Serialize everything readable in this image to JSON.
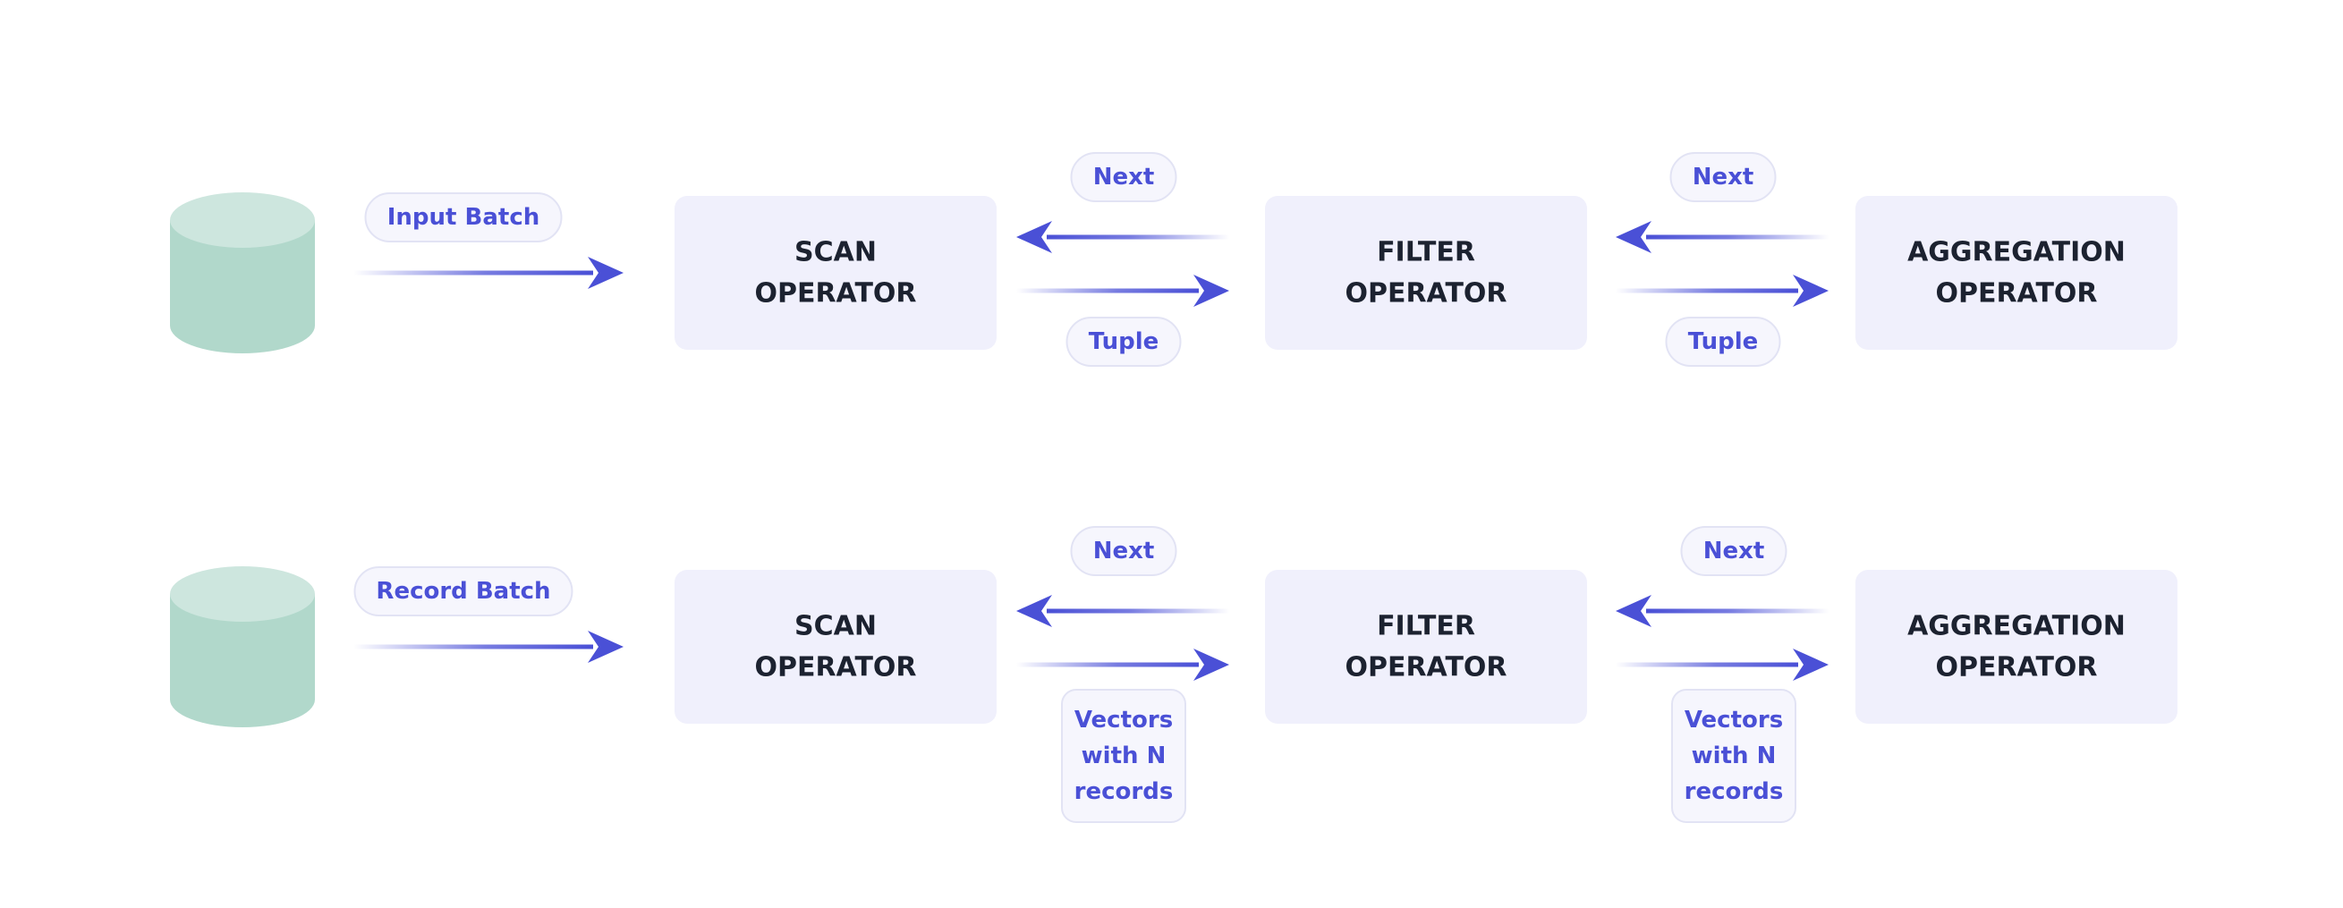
{
  "diagram": {
    "colors": {
      "arrow": "#4a50d6",
      "box_fill": "#f0f0fc",
      "pill_fill": "#f6f6fd",
      "pill_border": "#e2e3f4",
      "label_text": "#4a50d6",
      "box_text": "#1c2230",
      "cylinder_body": "#b1d8cb",
      "cylinder_top": "#cde6de"
    },
    "rows": [
      {
        "source_label": "Input Batch",
        "operators": [
          {
            "line1": "SCAN",
            "line2": "OPERATOR"
          },
          {
            "line1": "FILTER",
            "line2": "OPERATOR"
          },
          {
            "line1": "AGGREGATION",
            "line2": "OPERATOR"
          }
        ],
        "links": [
          {
            "next_label": "Next",
            "data_label": [
              "Tuple"
            ]
          },
          {
            "next_label": "Next",
            "data_label": [
              "Tuple"
            ]
          }
        ]
      },
      {
        "source_label": "Record Batch",
        "operators": [
          {
            "line1": "SCAN",
            "line2": "OPERATOR"
          },
          {
            "line1": "FILTER",
            "line2": "OPERATOR"
          },
          {
            "line1": "AGGREGATION",
            "line2": "OPERATOR"
          }
        ],
        "links": [
          {
            "next_label": "Next",
            "data_label": [
              "Vectors",
              "with N",
              "records"
            ]
          },
          {
            "next_label": "Next",
            "data_label": [
              "Vectors",
              "with N",
              "records"
            ]
          }
        ]
      }
    ]
  }
}
